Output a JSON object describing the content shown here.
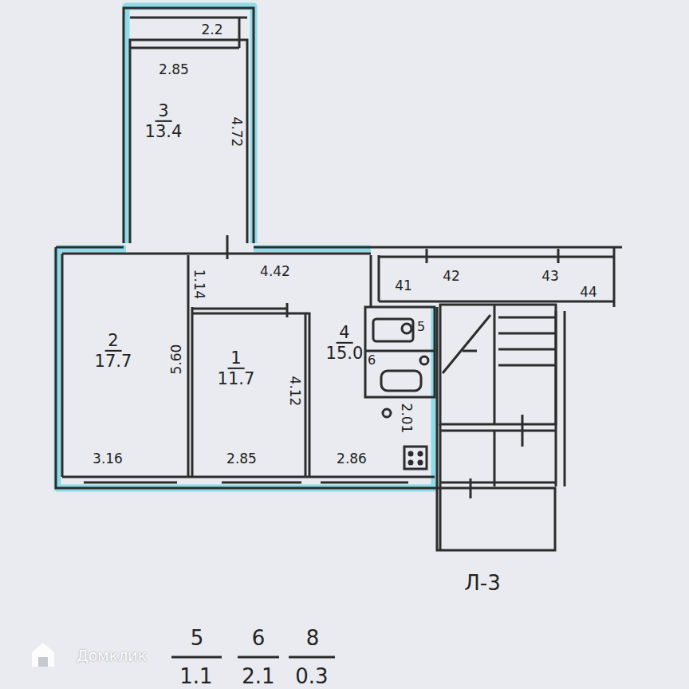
{
  "diagram": {
    "nodes": [
      {
        "text": [
          "3",
          "13.4"
        ]
      },
      {
        "text": [
          "2",
          "17.7"
        ]
      },
      {
        "text": [
          "1",
          "11.7"
        ]
      },
      {
        "text": [
          "4",
          "15.0"
        ]
      },
      {
        "text": [
          "5"
        ]
      },
      {
        "text": [
          "6"
        ]
      }
    ],
    "labels": [
      "2.2",
      "2.85",
      "4.72",
      "1.14",
      "4.42",
      "5.60",
      "3.16",
      "2.85",
      "4.12",
      "2.86",
      "2.01",
      "41",
      "42",
      "43",
      "44",
      "Л-3",
      "5",
      "1.1",
      "6",
      "2.1",
      "8",
      "0.3",
      "Домклик"
    ]
  }
}
